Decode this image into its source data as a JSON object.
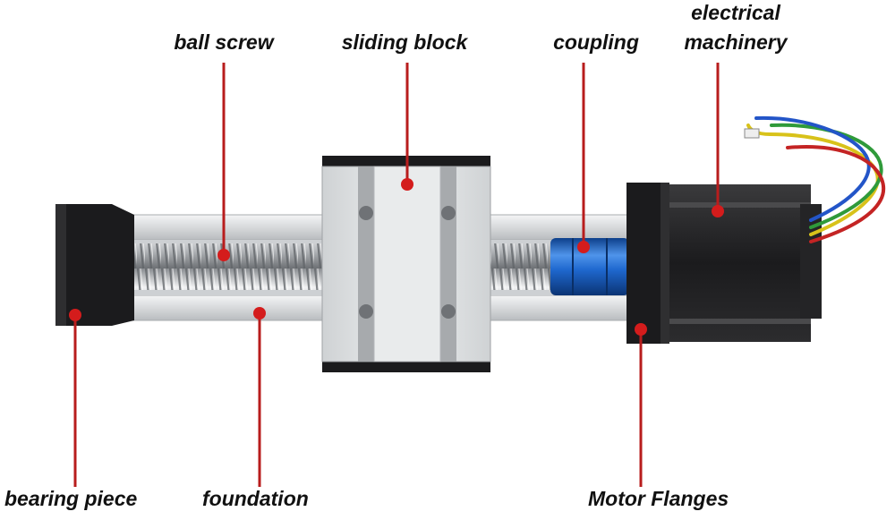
{
  "diagram": {
    "colors": {
      "leader_line": "#b81d1d",
      "marker_dot": "#d41c1c",
      "aluminum": "#d9dbdd",
      "black_part": "#1b1b1d",
      "coupling_blue": "#1a5fc0",
      "wires": [
        "#d8c21a",
        "#2f9a3a",
        "#2355c8",
        "#c42424"
      ]
    },
    "labels": {
      "ball_screw": "ball screw",
      "sliding_block": "sliding block",
      "coupling": "coupling",
      "electrical_machinery_line1": "electrical",
      "electrical_machinery_line2": "machinery",
      "bearing_piece": "bearing piece",
      "foundation": "foundation",
      "motor_flanges": "Motor Flanges"
    }
  }
}
